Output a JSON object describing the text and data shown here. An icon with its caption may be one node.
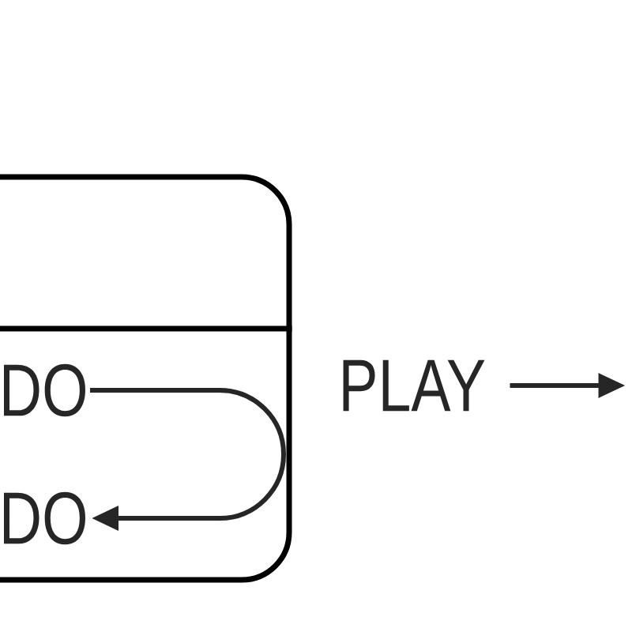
{
  "diagram": {
    "nodes": [
      {
        "text": [],
        "shape": "box"
      },
      {
        "text": [
          "DO"
        ],
        "in": 0
      },
      {
        "text": [
          "DO"
        ],
        "in": 0
      },
      {
        "text": [
          "PLAY"
        ]
      }
    ],
    "edges": [
      {
        "from": 1,
        "to": 2,
        "arrow": "to"
      },
      {
        "from": 3,
        "to": null,
        "arrow": "to"
      }
    ]
  }
}
